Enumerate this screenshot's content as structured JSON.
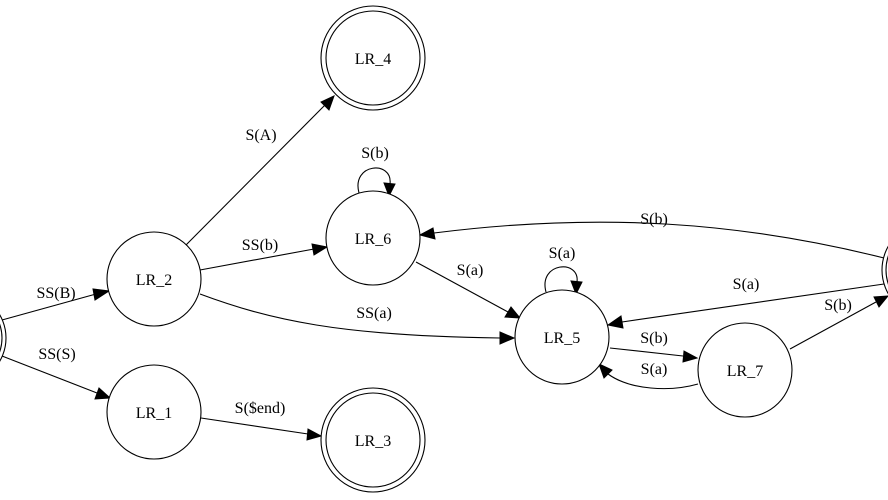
{
  "diagram": {
    "type": "state-machine",
    "nodes": [
      {
        "id": "partial_left",
        "label": "",
        "accepting": true
      },
      {
        "id": "LR_2",
        "label": "LR_2",
        "accepting": false
      },
      {
        "id": "LR_1",
        "label": "LR_1",
        "accepting": false
      },
      {
        "id": "LR_4",
        "label": "LR_4",
        "accepting": true
      },
      {
        "id": "LR_6",
        "label": "LR_6",
        "accepting": false
      },
      {
        "id": "LR_3",
        "label": "LR_3",
        "accepting": true
      },
      {
        "id": "LR_5",
        "label": "LR_5",
        "accepting": false
      },
      {
        "id": "LR_7",
        "label": "LR_7",
        "accepting": false
      },
      {
        "id": "partial_right",
        "label": "",
        "accepting": true
      }
    ],
    "edges": [
      {
        "id": "e1",
        "from": "partial_left",
        "to": "LR_2",
        "label": "SS(B)"
      },
      {
        "id": "e2",
        "from": "partial_left",
        "to": "LR_1",
        "label": "SS(S)"
      },
      {
        "id": "e3",
        "from": "LR_2",
        "to": "LR_4",
        "label": "S(A)"
      },
      {
        "id": "e4",
        "from": "LR_2",
        "to": "LR_6",
        "label": "SS(b)"
      },
      {
        "id": "e5",
        "from": "LR_2",
        "to": "LR_5",
        "label": "SS(a)"
      },
      {
        "id": "e6",
        "from": "LR_1",
        "to": "LR_3",
        "label": "S($end)"
      },
      {
        "id": "e7",
        "from": "LR_6",
        "to": "LR_6",
        "label": "S(b)"
      },
      {
        "id": "e8",
        "from": "LR_6",
        "to": "LR_5",
        "label": "S(a)"
      },
      {
        "id": "e9",
        "from": "LR_5",
        "to": "LR_5",
        "label": "S(a)"
      },
      {
        "id": "e10",
        "from": "LR_5",
        "to": "LR_7",
        "label": "S(b)"
      },
      {
        "id": "e11",
        "from": "LR_7",
        "to": "LR_5",
        "label": "S(a)"
      },
      {
        "id": "e12",
        "from": "LR_7",
        "to": "partial_right",
        "label": "S(b)"
      },
      {
        "id": "e13",
        "from": "partial_right",
        "to": "LR_6",
        "label": "S(b)"
      },
      {
        "id": "e14",
        "from": "partial_right",
        "to": "LR_5",
        "label": "S(a)"
      }
    ]
  }
}
